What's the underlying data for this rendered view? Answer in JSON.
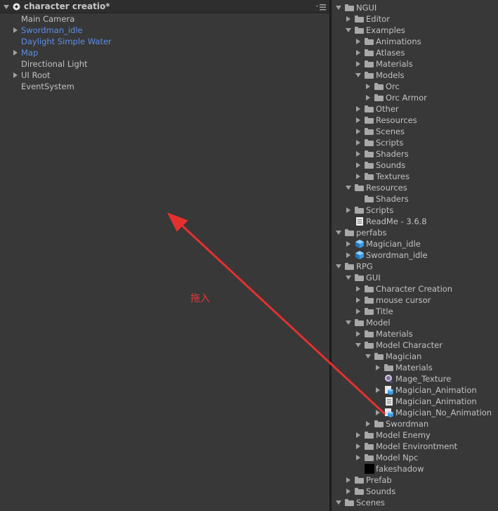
{
  "hierarchy": {
    "scene_title": "character creatio*",
    "items": [
      {
        "label": "Main Camera",
        "expandable": false,
        "color": "normal"
      },
      {
        "label": "Swordman_idle",
        "expandable": true,
        "color": "blue"
      },
      {
        "label": "Daylight Simple Water",
        "expandable": false,
        "color": "blue"
      },
      {
        "label": "Map",
        "expandable": true,
        "color": "blue"
      },
      {
        "label": "Directional Light",
        "expandable": false,
        "color": "normal"
      },
      {
        "label": "UI Root",
        "expandable": true,
        "color": "normal"
      },
      {
        "label": "EventSystem",
        "expandable": false,
        "color": "normal"
      }
    ]
  },
  "annotation": {
    "drag_label": "拖入",
    "color": "#e03a3a"
  },
  "project": {
    "items": [
      {
        "label": "NGUI",
        "depth": 0,
        "state": "open",
        "icon": "folder"
      },
      {
        "label": "Editor",
        "depth": 1,
        "state": "closed",
        "icon": "folder"
      },
      {
        "label": "Examples",
        "depth": 1,
        "state": "open",
        "icon": "folder"
      },
      {
        "label": "Animations",
        "depth": 2,
        "state": "closed",
        "icon": "folder"
      },
      {
        "label": "Atlases",
        "depth": 2,
        "state": "closed",
        "icon": "folder"
      },
      {
        "label": "Materials",
        "depth": 2,
        "state": "closed",
        "icon": "folder"
      },
      {
        "label": "Models",
        "depth": 2,
        "state": "open",
        "icon": "folder"
      },
      {
        "label": "Orc",
        "depth": 3,
        "state": "closed",
        "icon": "folder"
      },
      {
        "label": "Orc Armor",
        "depth": 3,
        "state": "closed",
        "icon": "folder"
      },
      {
        "label": "Other",
        "depth": 2,
        "state": "closed",
        "icon": "folder"
      },
      {
        "label": "Resources",
        "depth": 2,
        "state": "closed",
        "icon": "folder"
      },
      {
        "label": "Scenes",
        "depth": 2,
        "state": "closed",
        "icon": "folder"
      },
      {
        "label": "Scripts",
        "depth": 2,
        "state": "closed",
        "icon": "folder"
      },
      {
        "label": "Shaders",
        "depth": 2,
        "state": "closed",
        "icon": "folder"
      },
      {
        "label": "Sounds",
        "depth": 2,
        "state": "closed",
        "icon": "folder"
      },
      {
        "label": "Textures",
        "depth": 2,
        "state": "closed",
        "icon": "folder"
      },
      {
        "label": "Resources",
        "depth": 1,
        "state": "open",
        "icon": "folder"
      },
      {
        "label": "Shaders",
        "depth": 2,
        "state": "none",
        "icon": "folder"
      },
      {
        "label": "Scripts",
        "depth": 1,
        "state": "closed",
        "icon": "folder"
      },
      {
        "label": "ReadMe - 3.6.8",
        "depth": 1,
        "state": "none",
        "icon": "text-file"
      },
      {
        "label": "perfabs",
        "depth": 0,
        "state": "open",
        "icon": "folder"
      },
      {
        "label": "Magician_idle",
        "depth": 1,
        "state": "closed",
        "icon": "prefab"
      },
      {
        "label": "Swordman_idle",
        "depth": 1,
        "state": "closed",
        "icon": "prefab"
      },
      {
        "label": "RPG",
        "depth": 0,
        "state": "open",
        "icon": "folder"
      },
      {
        "label": "GUI",
        "depth": 1,
        "state": "open",
        "icon": "folder"
      },
      {
        "label": "Character Creation",
        "depth": 2,
        "state": "closed",
        "icon": "folder"
      },
      {
        "label": "mouse cursor",
        "depth": 2,
        "state": "closed",
        "icon": "folder"
      },
      {
        "label": "Title",
        "depth": 2,
        "state": "closed",
        "icon": "folder"
      },
      {
        "label": "Model",
        "depth": 1,
        "state": "open",
        "icon": "folder"
      },
      {
        "label": "Materials",
        "depth": 2,
        "state": "closed",
        "icon": "folder"
      },
      {
        "label": "Model Character",
        "depth": 2,
        "state": "open",
        "icon": "folder"
      },
      {
        "label": "Magician",
        "depth": 3,
        "state": "open",
        "icon": "folder"
      },
      {
        "label": "Materials",
        "depth": 4,
        "state": "closed",
        "icon": "folder"
      },
      {
        "label": "Mage_Texture",
        "depth": 4,
        "state": "none",
        "icon": "texture"
      },
      {
        "label": "Magician_Animation",
        "depth": 4,
        "state": "closed",
        "icon": "model-prefab"
      },
      {
        "label": "Magician_Animation",
        "depth": 4,
        "state": "none",
        "icon": "text-file"
      },
      {
        "label": "Magician_No_Animation",
        "depth": 4,
        "state": "closed",
        "icon": "model-prefab"
      },
      {
        "label": "Swordman",
        "depth": 3,
        "state": "closed",
        "icon": "folder"
      },
      {
        "label": "Model Enemy",
        "depth": 2,
        "state": "closed",
        "icon": "folder"
      },
      {
        "label": "Model Environtment",
        "depth": 2,
        "state": "closed",
        "icon": "folder"
      },
      {
        "label": "Model Npc",
        "depth": 2,
        "state": "closed",
        "icon": "folder"
      },
      {
        "label": "fakeshadow",
        "depth": 2,
        "state": "none",
        "icon": "black-texture"
      },
      {
        "label": "Prefab",
        "depth": 1,
        "state": "closed",
        "icon": "folder"
      },
      {
        "label": "Sounds",
        "depth": 1,
        "state": "closed",
        "icon": "folder"
      },
      {
        "label": "Scenes",
        "depth": 0,
        "state": "open",
        "icon": "folder"
      }
    ]
  }
}
